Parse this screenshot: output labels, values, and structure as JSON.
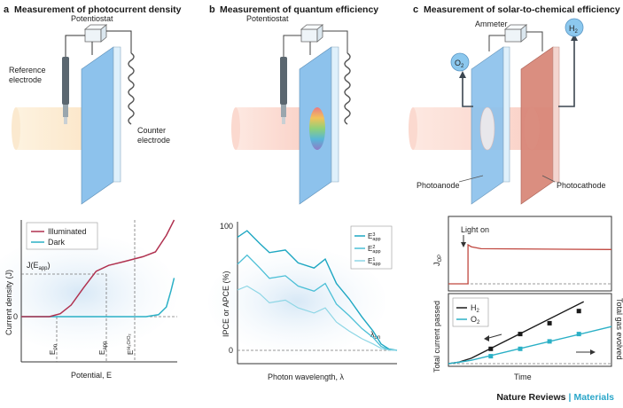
{
  "panels": {
    "a": {
      "letter": "a",
      "title": "Measurement of photocurrent density",
      "labels": {
        "potentiostat": "Potentiostat",
        "reference_line1": "Reference",
        "reference_line2": "electrode",
        "counter_line1": "Counter",
        "counter_line2": "electrode"
      }
    },
    "b": {
      "letter": "b",
      "title": "Measurement of quantum efficiency",
      "labels": {
        "potentiostat": "Potentiostat"
      }
    },
    "c": {
      "letter": "c",
      "title": "Measurement of solar-to-chemical efficiency",
      "labels": {
        "ammeter": "Ammeter",
        "o2": "O",
        "o2_sub": "2",
        "h2": "H",
        "h2_sub": "2",
        "photoanode": "Photoanode",
        "photocathode": "Photocathode"
      }
    }
  },
  "colors": {
    "illuminated": "#b0314f",
    "dark": "#2bb0c6",
    "electrode_blue": "#7fb8e8",
    "photocathode": "#d9887a",
    "accent": "#2aa6c9",
    "bubble": "#8cc8ee"
  },
  "chart_data": [
    {
      "id": "a",
      "type": "line",
      "ylabel": "Current density (J)",
      "xlabel": "Potential, E",
      "legend": [
        "Illuminated",
        "Dark"
      ],
      "legend_position": "top-left",
      "annotations": {
        "j_main": "J(E",
        "j_sub": "app",
        "j_close": ")",
        "zero": "0",
        "e_on": "E",
        "e_on_sub": "on",
        "e_app": "E",
        "e_app_sub": "app",
        "e_redox": "E",
        "e_redox_sup": "H₂O/O₂"
      },
      "series": [
        {
          "name": "Illuminated",
          "x": [
            0,
            0.18,
            0.25,
            0.32,
            0.4,
            0.48,
            0.56,
            0.66,
            0.78,
            0.86,
            0.93,
            0.98
          ],
          "y": [
            0,
            0,
            0.03,
            0.12,
            0.3,
            0.47,
            0.53,
            0.57,
            0.62,
            0.67,
            0.84,
            1.0
          ]
        },
        {
          "name": "Dark",
          "x": [
            0,
            0.8,
            0.88,
            0.93,
            0.96,
            0.98
          ],
          "y": [
            0,
            0,
            0.02,
            0.1,
            0.27,
            0.4
          ]
        }
      ]
    },
    {
      "id": "b",
      "type": "line",
      "ylabel": "IPCE or APCE (%)",
      "xlabel": "Photon wavelength, λ",
      "y_ticks": [
        "100",
        "0"
      ],
      "annotations": {
        "lambda": "λ",
        "lambda_sub": "on"
      },
      "legend": [
        {
          "main": "E",
          "sup": "3",
          "sub": "app"
        },
        {
          "main": "E",
          "sup": "2",
          "sub": "app"
        },
        {
          "main": "E",
          "sup": "1",
          "sub": "app"
        }
      ],
      "legend_position": "top-right",
      "series": [
        {
          "name": "E3app",
          "x": [
            0,
            0.06,
            0.14,
            0.2,
            0.3,
            0.38,
            0.48,
            0.55,
            0.62,
            0.7,
            0.78,
            0.85,
            0.9,
            0.95,
            1.0
          ],
          "y": [
            0.88,
            0.93,
            0.83,
            0.76,
            0.78,
            0.68,
            0.64,
            0.71,
            0.52,
            0.4,
            0.26,
            0.15,
            0.05,
            0.01,
            0
          ]
        },
        {
          "name": "E2app",
          "x": [
            0,
            0.06,
            0.14,
            0.2,
            0.3,
            0.38,
            0.48,
            0.55,
            0.62,
            0.7,
            0.78,
            0.85,
            0.9,
            0.95,
            1.0
          ],
          "y": [
            0.67,
            0.74,
            0.64,
            0.56,
            0.58,
            0.5,
            0.46,
            0.52,
            0.36,
            0.27,
            0.17,
            0.1,
            0.03,
            0.005,
            0
          ]
        },
        {
          "name": "E1app",
          "x": [
            0,
            0.06,
            0.14,
            0.2,
            0.3,
            0.38,
            0.48,
            0.55,
            0.62,
            0.7,
            0.78,
            0.85,
            0.9,
            0.95,
            1.0
          ],
          "y": [
            0.47,
            0.5,
            0.44,
            0.37,
            0.39,
            0.33,
            0.29,
            0.33,
            0.22,
            0.15,
            0.09,
            0.05,
            0.015,
            0.003,
            0
          ]
        }
      ]
    },
    {
      "id": "c-top",
      "type": "line",
      "ylabel": "J",
      "ylabel_sub": "OP",
      "annotations": {
        "light_on": "Light on"
      },
      "series": [
        {
          "name": "J_OP",
          "x": [
            0,
            0.12,
            0.12,
            0.14,
            0.2,
            1.0
          ],
          "y": [
            0,
            0,
            1.0,
            0.95,
            0.9,
            0.88
          ]
        }
      ]
    },
    {
      "id": "c-bottom",
      "type": "line",
      "xlabel": "Time",
      "ylabel_left": "Total current passed",
      "ylabel_right": "Total gas evolved",
      "legend": [
        {
          "main": "H",
          "sub": "2"
        },
        {
          "main": "O",
          "sub": "2"
        }
      ],
      "legend_position": "top-left",
      "series": [
        {
          "name": "H2",
          "x": [
            0,
            0.06,
            0.14,
            0.83
          ],
          "y": [
            0,
            0.02,
            0.08,
            0.92
          ],
          "markers_x": [
            0.26,
            0.44,
            0.62,
            0.8
          ],
          "markers_y": [
            0.22,
            0.44,
            0.6,
            0.78
          ]
        },
        {
          "name": "O2",
          "x": [
            0,
            0.06,
            0.14,
            1.0
          ],
          "y": [
            0,
            0.02,
            0.05,
            0.55
          ],
          "markers_x": [
            0.26,
            0.44,
            0.62,
            0.8
          ],
          "markers_y": [
            0.11,
            0.22,
            0.33,
            0.44
          ]
        }
      ]
    }
  ],
  "footer": {
    "journal": "Nature Reviews",
    "separator": "|",
    "section": "Materials"
  }
}
